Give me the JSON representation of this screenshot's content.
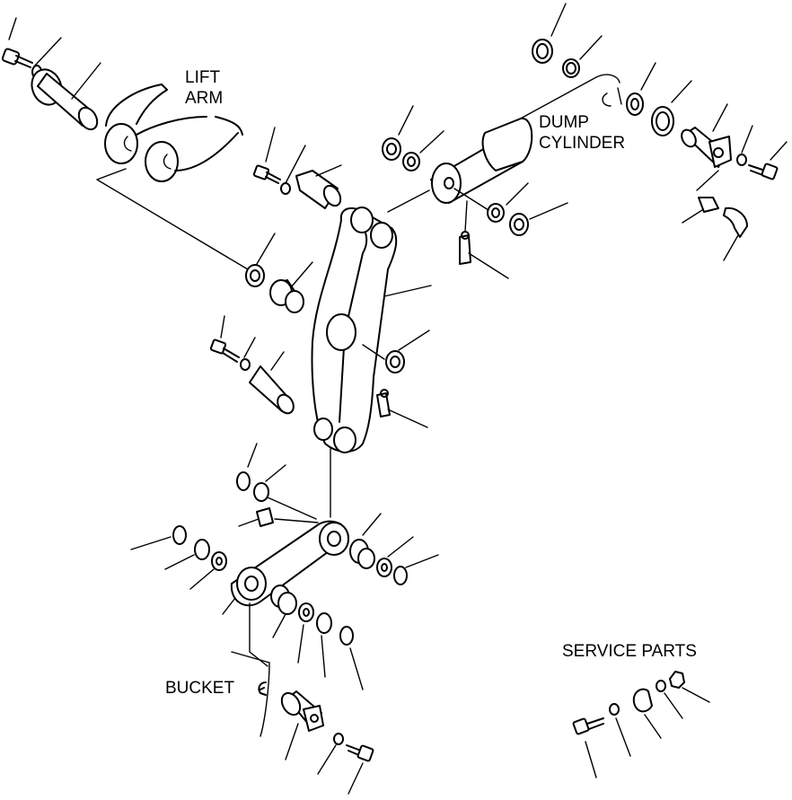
{
  "labels": {
    "lift_arm_line1": "LIFT",
    "lift_arm_line2": "ARM",
    "dump_line1": "DUMP",
    "dump_line2": "CYLINDER",
    "bucket": "BUCKET",
    "service_parts": "SERVICE PARTS"
  }
}
